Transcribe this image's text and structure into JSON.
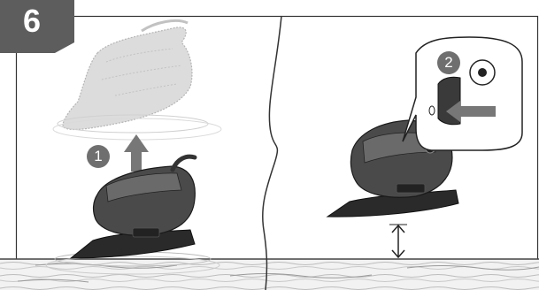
{
  "step_badge": {
    "number": "6"
  },
  "left_panel": {
    "callout": "1"
  },
  "right_panel": {
    "callout": "2"
  },
  "colors": {
    "badge": "#5d5d5d",
    "tool_body": "#4a4a4a",
    "tool_dark": "#262626",
    "ghost_tool": "#cfcfcf",
    "frame": "#333333",
    "wood": "#e9e9e9"
  },
  "icons": [
    "lifted-sander-ghost-icon",
    "up-arrow-icon",
    "detail-sander-icon",
    "dust-box-release-button-icon",
    "press-arrow-icon",
    "gap-height-arrow-icon",
    "wood-surface-icon"
  ]
}
